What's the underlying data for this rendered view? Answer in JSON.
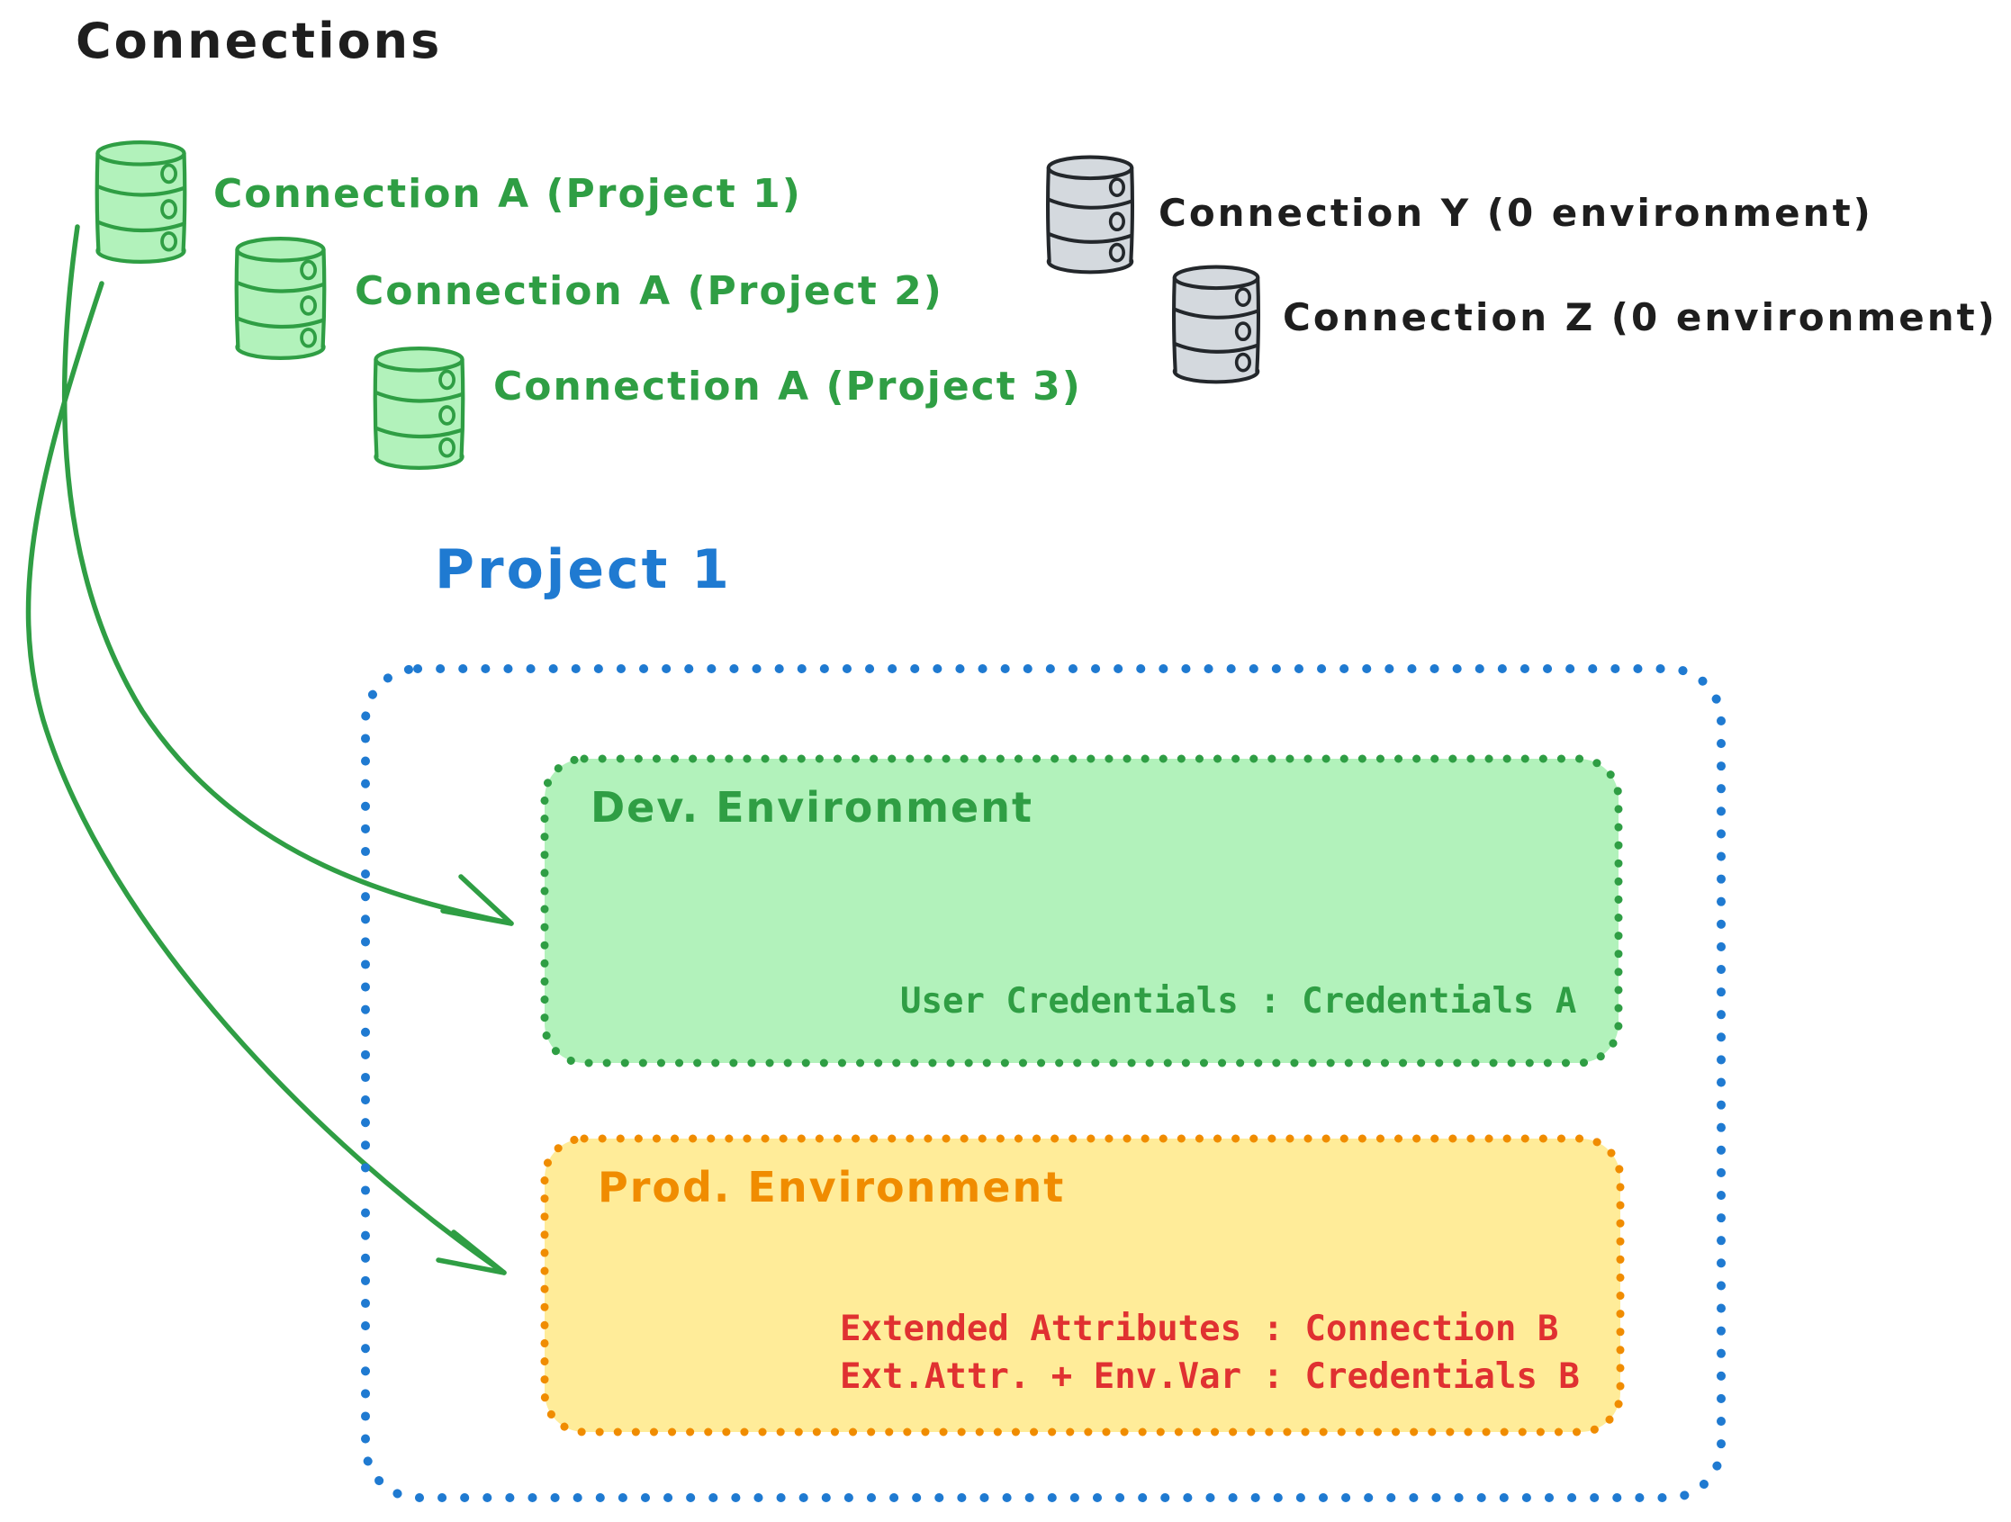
{
  "title": "Connections",
  "colors": {
    "ink": "#1e1e1e",
    "green": "#2f9e44",
    "green_fill": "#b2f2bb",
    "gray_stroke": "#23272b",
    "gray_fill": "#d4d9de",
    "blue": "#1f7ad1",
    "orange": "#f08c00",
    "orange_fill": "#ffec99",
    "red": "#e03131"
  },
  "connections": {
    "green": [
      {
        "label": "Connection A (Project 1)"
      },
      {
        "label": "Connection A (Project 2)"
      },
      {
        "label": "Connection A (Project 3)"
      }
    ],
    "gray": [
      {
        "label": "Connection Y (0 environment)"
      },
      {
        "label": "Connection Z (0 environment)"
      }
    ]
  },
  "project": {
    "title": "Project 1",
    "dev_environment": {
      "title": "Dev. Environment",
      "credentials_line": "User Credentials : Credentials A"
    },
    "prod_environment": {
      "title": "Prod. Environment",
      "lines": [
        "Extended Attributes : Connection B",
        "Ext.Attr. + Env.Var : Credentials B"
      ]
    }
  }
}
